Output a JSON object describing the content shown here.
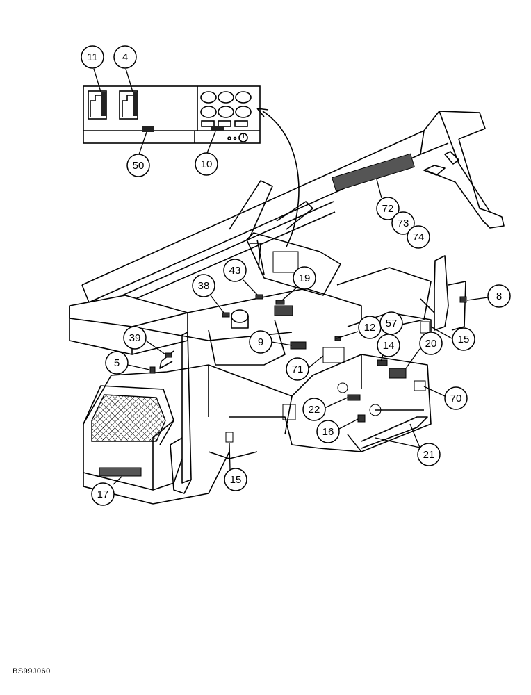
{
  "figure_id": "BS99J060",
  "callouts": {
    "c11": "11",
    "c4": "4",
    "c50": "50",
    "c10": "10",
    "c72": "72",
    "c73": "73",
    "c74": "74",
    "c43": "43",
    "c19": "19",
    "c38": "38",
    "c8": "8",
    "c12": "12",
    "c57": "57",
    "c39": "39",
    "c9": "9",
    "c15a": "15",
    "c14": "14",
    "c20": "20",
    "c5": "5",
    "c71": "71",
    "c70": "70",
    "c22": "22",
    "c16": "16",
    "c21": "21",
    "c15b": "15",
    "c17": "17"
  }
}
